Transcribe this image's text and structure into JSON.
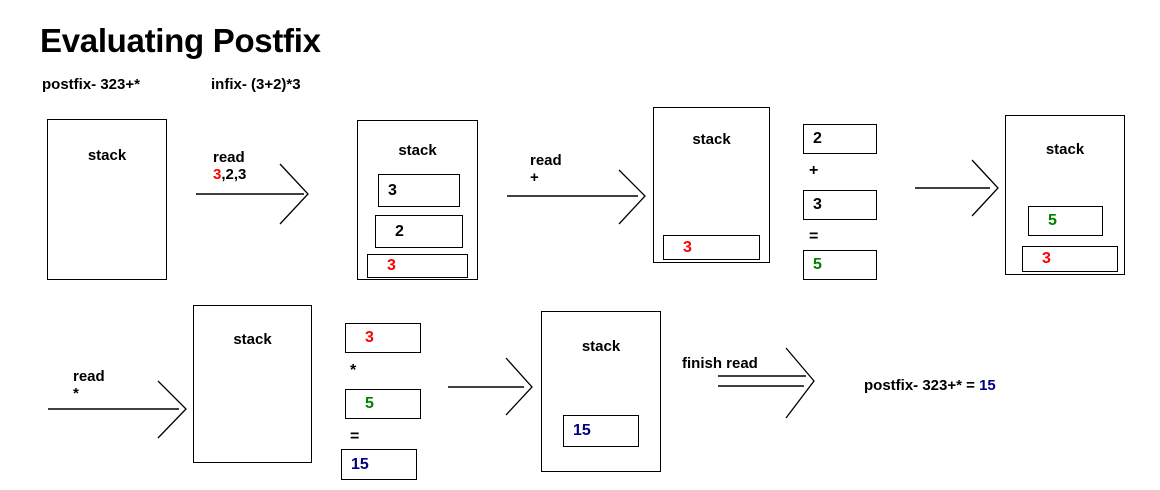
{
  "page": {
    "title": "Evaluating Postfix",
    "subtitle_postfix": "postfix- 323+*",
    "subtitle_infix": "infix- (3+2)*3"
  },
  "colors": {
    "red": "#ff0000",
    "green": "#008000",
    "blue": "#000080",
    "black": "#000000",
    "background": "#ffffff"
  },
  "labels": {
    "stack": "stack",
    "read": "read",
    "finish_read": "finish read"
  },
  "arrows": [
    {
      "name": "read-323",
      "label_line1": "read",
      "label_line2_red": "3",
      "label_line2_rest": ",2,3",
      "style": "single"
    },
    {
      "name": "read-plus",
      "label_line1": "read",
      "label_line2": "+",
      "style": "single"
    },
    {
      "name": "push-sum",
      "label_line1": "",
      "label_line2": "",
      "style": "single"
    },
    {
      "name": "read-star",
      "label_line1": "read",
      "label_line2": "*",
      "style": "single"
    },
    {
      "name": "push-product",
      "label_line1": "",
      "label_line2": "",
      "style": "single"
    },
    {
      "name": "finish-read",
      "label_line1": "finish read",
      "label_line2": "",
      "style": "double"
    }
  ],
  "stacks": [
    {
      "name": "stack-1",
      "title": "stack",
      "cells": []
    },
    {
      "name": "stack-2",
      "title": "stack",
      "cells": [
        {
          "value": "3",
          "color": "black"
        },
        {
          "value": "2",
          "color": "black"
        },
        {
          "value": "3",
          "color": "red"
        }
      ]
    },
    {
      "name": "stack-3",
      "title": "stack",
      "cells": [
        {
          "value": "3",
          "color": "red"
        }
      ]
    },
    {
      "name": "stack-4",
      "title": "stack",
      "cells": [
        {
          "value": "5",
          "color": "green"
        },
        {
          "value": "3",
          "color": "red"
        }
      ]
    },
    {
      "name": "stack-5",
      "title": "stack",
      "cells": []
    },
    {
      "name": "stack-6",
      "title": "stack",
      "cells": [
        {
          "value": "15",
          "color": "blue"
        }
      ]
    }
  ],
  "calculations": [
    {
      "name": "calc-addition",
      "operand1": "2",
      "operand1_color": "black",
      "operator": "+",
      "operand2": "3",
      "operand2_color": "black",
      "equals": "=",
      "result": "5",
      "result_color": "green"
    },
    {
      "name": "calc-multiplication",
      "operand1": "3",
      "operand1_color": "red",
      "operator": "*",
      "operand2": "5",
      "operand2_color": "green",
      "equals": "=",
      "result": "15",
      "result_color": "blue"
    }
  ],
  "result": {
    "expression": "postfix- 323+* = ",
    "value": "15"
  }
}
